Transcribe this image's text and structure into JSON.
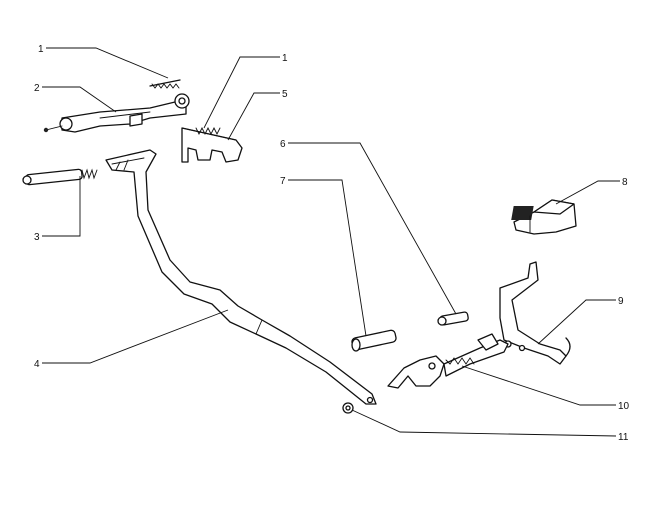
{
  "callouts": [
    {
      "id": "c1a",
      "label": "1"
    },
    {
      "id": "c1b",
      "label": "1"
    },
    {
      "id": "c2",
      "label": "2"
    },
    {
      "id": "c3",
      "label": "3"
    },
    {
      "id": "c4",
      "label": "4"
    },
    {
      "id": "c5",
      "label": "5"
    },
    {
      "id": "c6",
      "label": "6"
    },
    {
      "id": "c7",
      "label": "7"
    },
    {
      "id": "c8",
      "label": "8"
    },
    {
      "id": "c9",
      "label": "9"
    },
    {
      "id": "c10",
      "label": "10"
    },
    {
      "id": "c11",
      "label": "11"
    }
  ],
  "colors": {
    "ink": "#111111",
    "paper": "#ffffff"
  }
}
